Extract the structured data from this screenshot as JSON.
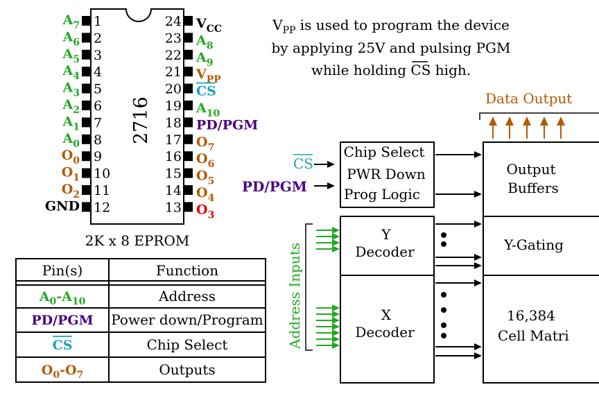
{
  "chip": {
    "number": "2716",
    "caption": "2K x 8 EPROM",
    "left_pins": [
      {
        "num": "1",
        "base": "A",
        "sub": "7",
        "color": "green"
      },
      {
        "num": "2",
        "base": "A",
        "sub": "6",
        "color": "green"
      },
      {
        "num": "3",
        "base": "A",
        "sub": "5",
        "color": "green"
      },
      {
        "num": "4",
        "base": "A",
        "sub": "4",
        "color": "green"
      },
      {
        "num": "5",
        "base": "A",
        "sub": "3",
        "color": "green"
      },
      {
        "num": "6",
        "base": "A",
        "sub": "2",
        "color": "green"
      },
      {
        "num": "7",
        "base": "A",
        "sub": "1",
        "color": "green"
      },
      {
        "num": "8",
        "base": "A",
        "sub": "0",
        "color": "green"
      },
      {
        "num": "9",
        "base": "O",
        "sub": "0",
        "color": "brown"
      },
      {
        "num": "10",
        "base": "O",
        "sub": "1",
        "color": "brown"
      },
      {
        "num": "11",
        "base": "O",
        "sub": "2",
        "color": "brown"
      },
      {
        "num": "12",
        "base": "GND",
        "sub": "",
        "color": "black"
      }
    ],
    "right_pins": [
      {
        "num": "24",
        "base": "V",
        "sub": "CC",
        "color": "black"
      },
      {
        "num": "23",
        "base": "A",
        "sub": "8",
        "color": "green"
      },
      {
        "num": "22",
        "base": "A",
        "sub": "9",
        "color": "green"
      },
      {
        "num": "21",
        "base": "V",
        "sub": "PP",
        "color": "brown"
      },
      {
        "num": "20",
        "base": "CS",
        "sub": "",
        "color": "cyan",
        "overline": true
      },
      {
        "num": "19",
        "base": "A",
        "sub": "10",
        "color": "green"
      },
      {
        "num": "18",
        "base": "PD/PGM",
        "sub": "",
        "color": "purple"
      },
      {
        "num": "17",
        "base": "O",
        "sub": "7",
        "color": "brown"
      },
      {
        "num": "16",
        "base": "O",
        "sub": "6",
        "color": "brown"
      },
      {
        "num": "15",
        "base": "O",
        "sub": "5",
        "color": "brown"
      },
      {
        "num": "14",
        "base": "O",
        "sub": "4",
        "color": "brown"
      },
      {
        "num": "13",
        "base": "O",
        "sub": "3",
        "color": "red"
      }
    ]
  },
  "note": {
    "line1_prefix": "V",
    "line1_sub": "PP",
    "line1_rest": " is used to program the device",
    "line2": "by applying 25V and pulsing PGM",
    "line3_prefix": "while holding ",
    "line3_cs": "CS",
    "line3_rest": " high."
  },
  "table": {
    "headers": [
      "Pin(s)",
      "Function"
    ],
    "rows": [
      {
        "pin_parts": [
          {
            "t": "A",
            "s": "0"
          },
          {
            "t": "-A",
            "s": "10"
          }
        ],
        "pin_color": "green",
        "function": "Address"
      },
      {
        "pin_parts": [
          {
            "t": "PD/PGM",
            "s": ""
          }
        ],
        "pin_color": "purple",
        "function": "Power down/Program"
      },
      {
        "pin_parts": [
          {
            "t": "CS",
            "s": ""
          }
        ],
        "pin_color": "cyan",
        "overline": true,
        "function": "Chip Select"
      },
      {
        "pin_parts": [
          {
            "t": "O",
            "s": "0"
          },
          {
            "t": "-O",
            "s": "7"
          }
        ],
        "pin_color": "brown",
        "function": "Outputs"
      }
    ]
  },
  "block": {
    "data_output": "Data Output",
    "chip_select": [
      "Chip Select",
      "PWR Down",
      "Prog Logic"
    ],
    "cs_label": "CS",
    "pdpgm_label": "PD/PGM",
    "output_buffers": [
      "Output",
      "Buffers"
    ],
    "y_decoder": [
      "Y",
      "Decoder"
    ],
    "y_gating": "Y-Gating",
    "x_decoder": [
      "X",
      "Decoder"
    ],
    "cell_matrix": [
      "16,384",
      "Cell Matri"
    ],
    "address_inputs": "Address Inputs"
  },
  "colors": {
    "green": "#22a822",
    "brown": "#b35900",
    "purple": "#4b0082",
    "cyan": "#1aa3b8",
    "red": "#e00000",
    "black": "#000000"
  }
}
